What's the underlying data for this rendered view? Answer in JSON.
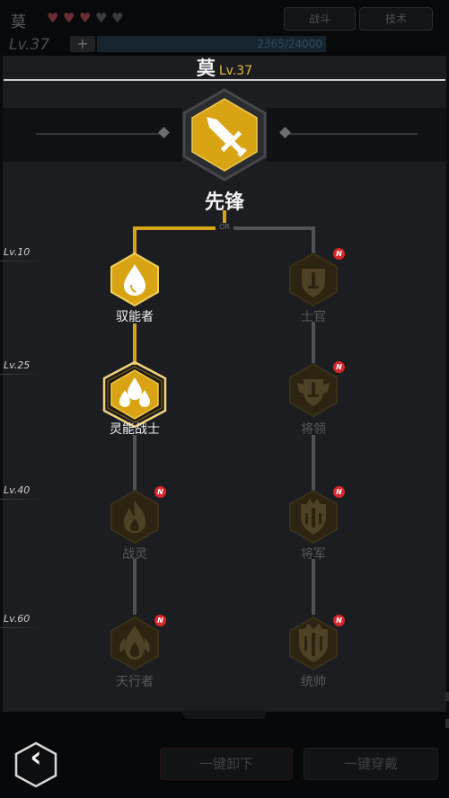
{
  "bg": {
    "player_name": "莫",
    "level": "Lv.37",
    "plus": "+",
    "bar_value": "2365/24000",
    "button_left": "战斗",
    "button_right": "技术"
  },
  "header": {
    "name": "莫",
    "level": "Lv.37"
  },
  "root": {
    "label": "先锋"
  },
  "or_label": "OR",
  "levels": [
    "Lv.10",
    "Lv.25",
    "Lv.40",
    "Lv.60"
  ],
  "left_branch": [
    {
      "label": "驭能者",
      "state": "unlocked"
    },
    {
      "label": "灵能战士",
      "state": "current"
    },
    {
      "label": "战灵",
      "state": "locked",
      "badge": "N"
    },
    {
      "label": "天行者",
      "state": "locked",
      "badge": "N"
    }
  ],
  "right_branch": [
    {
      "label": "士官",
      "state": "locked",
      "badge": "N"
    },
    {
      "label": "将领",
      "state": "locked",
      "badge": "N"
    },
    {
      "label": "将军",
      "state": "locked",
      "badge": "N"
    },
    {
      "label": "统帅",
      "state": "locked",
      "badge": "N"
    }
  ],
  "footer": {
    "back_glyph": "‹",
    "unequip_all": "一键卸下",
    "equip_all": "一键穿戴"
  },
  "colors": {
    "gold": "#d9a414",
    "gold_dark": "#a6790b",
    "locked": "#2c2410",
    "panel": "#1c1d21"
  }
}
